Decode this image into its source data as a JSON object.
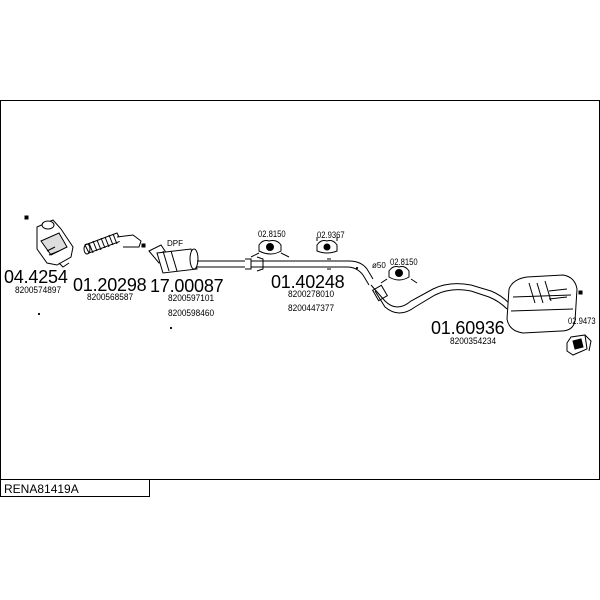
{
  "diagram_title": "RENA81419A",
  "parts": [
    {
      "number": "04.4254",
      "oem": [
        "8200574897"
      ]
    },
    {
      "number": "01.20298",
      "oem": [
        "8200568587"
      ]
    },
    {
      "number": "17.00087",
      "oem": [
        "8200597101",
        "8200598460"
      ],
      "label": "DPF"
    },
    {
      "number": "01.40248",
      "oem": [
        "8200278010",
        "8200447377"
      ]
    },
    {
      "number": "01.60936",
      "oem": [
        "8200354234"
      ]
    }
  ],
  "hangers": [
    "02.8150",
    "02.9367",
    "02.8150",
    "02.9473"
  ],
  "clamp_label": "ø50"
}
